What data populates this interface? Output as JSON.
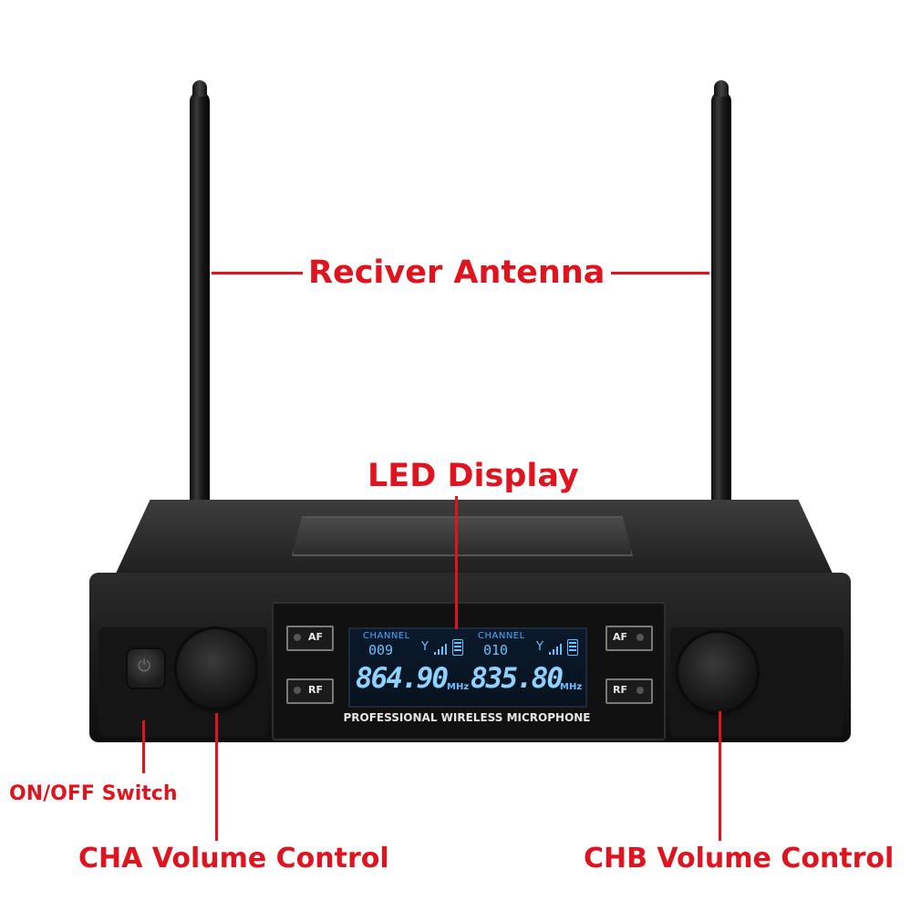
{
  "callouts": {
    "antenna": "Reciver Antenna",
    "display": "LED Display",
    "power": "ON/OFF Switch",
    "cha": "CHA Volume Control",
    "chb": "CHB Volume Control"
  },
  "lcd": {
    "a": {
      "channel_label": "CHANNEL",
      "channel": "009",
      "freq": "864.90",
      "unit": "MHz"
    },
    "b": {
      "channel_label": "CHANNEL",
      "channel": "010",
      "freq": "835.80",
      "unit": "MHz"
    }
  },
  "brand": "PROFESSIONAL WIRELESS MICROPHONE",
  "indicators": {
    "af": "AF",
    "rf": "RF"
  },
  "colors": {
    "callout": "#e0141e",
    "lcd_text": "#8fd2ff",
    "body": "#1a1a1a"
  }
}
